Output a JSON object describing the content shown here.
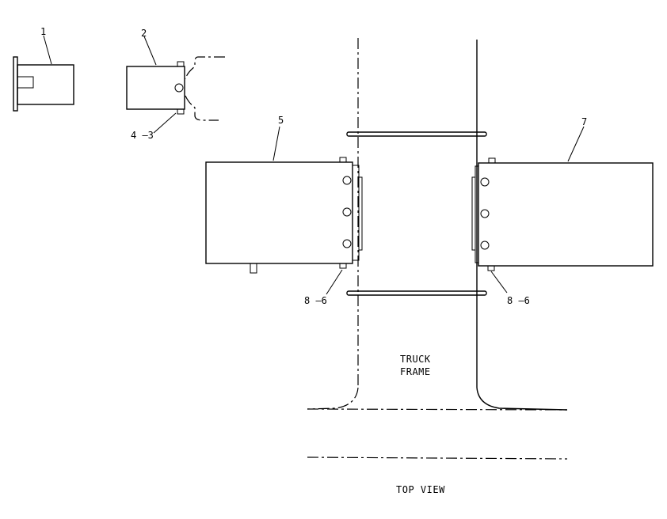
{
  "callouts": {
    "c1": "1",
    "c2": "2",
    "c3": "4 –3",
    "c5": "5",
    "c7": "7",
    "c8a": "8 –6",
    "c8b": "8 –6"
  },
  "frame_label": {
    "line1": "TRUCK",
    "line2": "FRAME"
  },
  "view_caption": "TOP VIEW"
}
